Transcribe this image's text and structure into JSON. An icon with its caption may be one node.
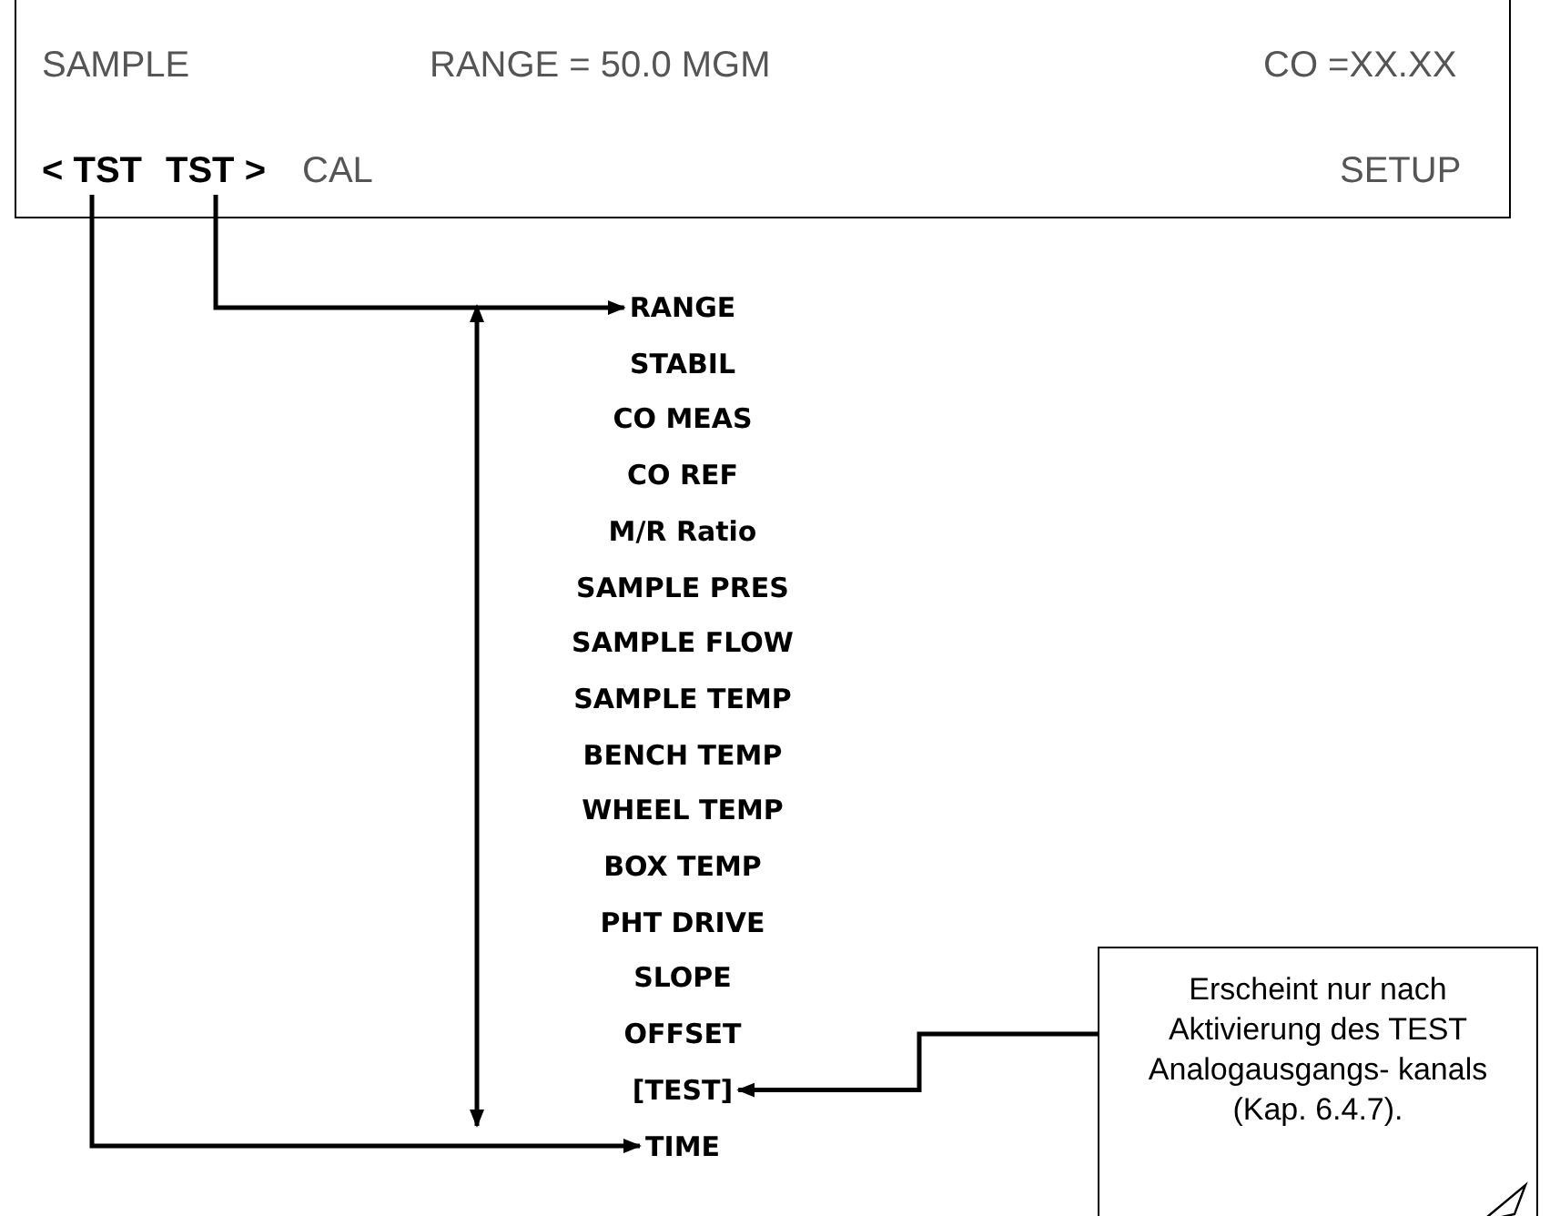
{
  "diagram": {
    "nodes": [
      {
        "text": [
          "SAMPLE",
          "RANGE = 50.0 MGM",
          "CO =XX.XX",
          "CAL",
          "SETUP"
        ]
      },
      {
        "text": [
          "< TST"
        ],
        "in": 0
      },
      {
        "text": [
          "TST >"
        ],
        "in": 0
      },
      {
        "text": [
          "RANGE"
        ]
      },
      {
        "text": [
          "STABIL"
        ]
      },
      {
        "text": [
          "CO MEAS"
        ]
      },
      {
        "text": [
          "CO REF"
        ]
      },
      {
        "text": [
          "M/R Ratio"
        ]
      },
      {
        "text": [
          "SAMPLE PRES"
        ]
      },
      {
        "text": [
          "SAMPLE FLOW"
        ]
      },
      {
        "text": [
          "SAMPLE TEMP"
        ]
      },
      {
        "text": [
          "BENCH TEMP"
        ]
      },
      {
        "text": [
          "WHEEL TEMP"
        ]
      },
      {
        "text": [
          "BOX TEMP"
        ]
      },
      {
        "text": [
          "PHT DRIVE"
        ]
      },
      {
        "text": [
          "SLOPE"
        ]
      },
      {
        "text": [
          "OFFSET"
        ]
      },
      {
        "text": [
          "[TEST]"
        ]
      },
      {
        "text": [
          "TIME"
        ]
      },
      {
        "text": [
          "Erscheint nur nach Aktivierung des TEST Analogausgangs- kanals (Kap. 6.4.7)."
        ]
      }
    ],
    "edges": [
      {
        "from": 2,
        "to": 3,
        "arrow": "to"
      },
      {
        "from": 1,
        "to": 18,
        "arrow": "to"
      },
      {
        "from": 19,
        "to": 17,
        "arrow": "to"
      }
    ]
  }
}
